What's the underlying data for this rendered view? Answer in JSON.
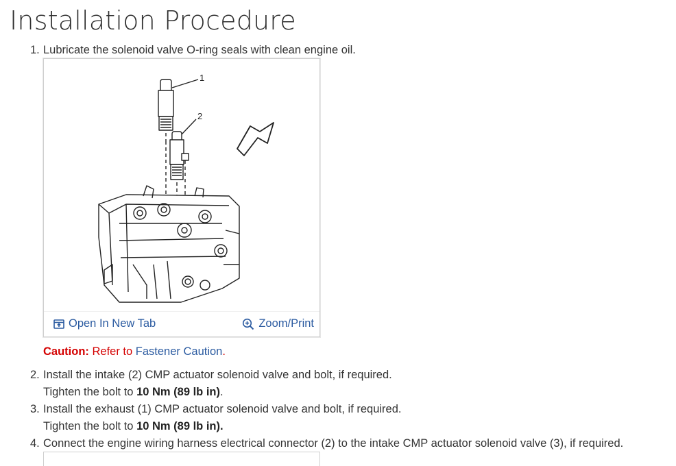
{
  "page": {
    "title": "Installation Procedure"
  },
  "steps": [
    {
      "number": "1.",
      "text": "Lubricate the solenoid valve O-ring seals with clean engine oil."
    },
    {
      "number": "2.",
      "text": "Install the intake (2) CMP actuator solenoid valve and bolt, if required."
    },
    {
      "number": "3.",
      "text": "Install the exhaust (1) CMP actuator solenoid valve and bolt, if required."
    },
    {
      "number": "4.",
      "text": "Connect the engine wiring harness electrical connector (2) to the intake CMP actuator solenoid valve (3), if required."
    }
  ],
  "torque": [
    {
      "prefix": "Tighten the bolt to ",
      "value": "10 Nm (89 lb in)",
      "suffix": "."
    },
    {
      "prefix": "Tighten the bolt to ",
      "value": "10 Nm (89 lb in).",
      "suffix": ""
    }
  ],
  "figure": {
    "callouts": [
      "1",
      "2"
    ],
    "open_tab_label": "Open In New Tab",
    "zoom_label": "Zoom/Print"
  },
  "caution": {
    "label": "Caution:",
    "text": " Refer to ",
    "link": "Fastener Caution",
    "end": "."
  },
  "colors": {
    "link": "#2a5aa0",
    "caution": "#d40000"
  }
}
